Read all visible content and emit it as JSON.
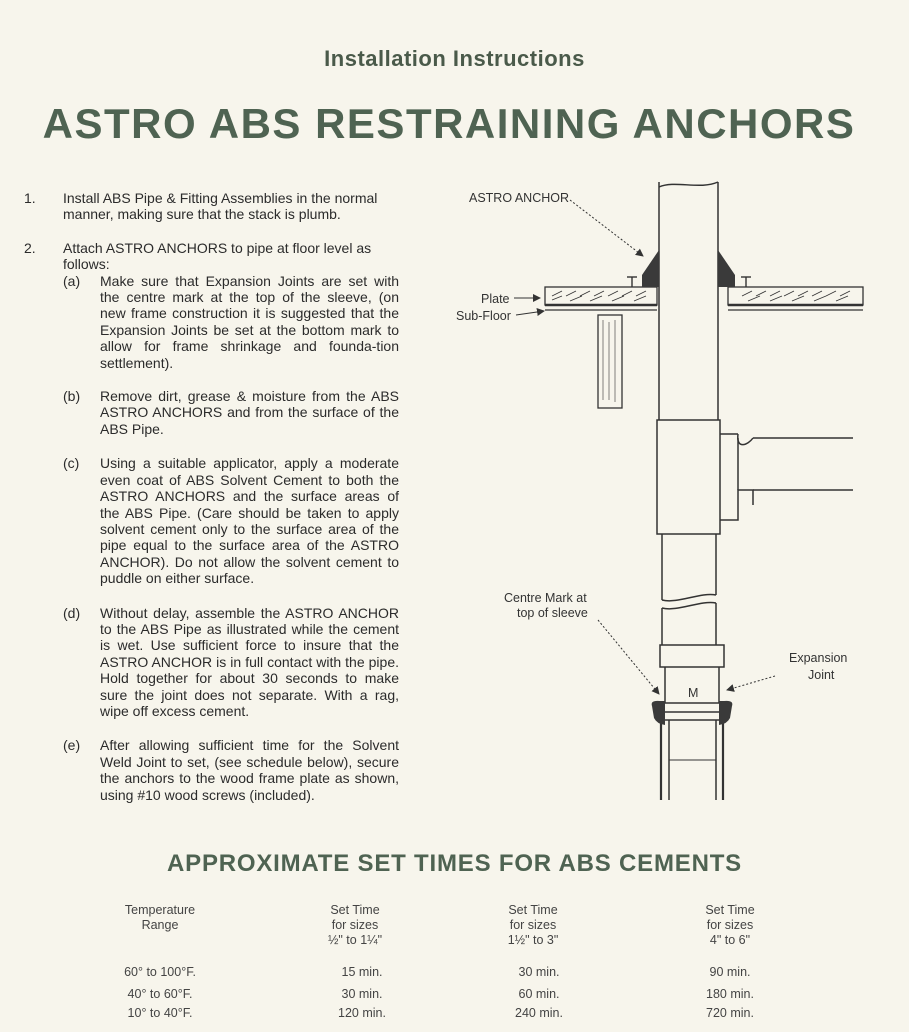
{
  "header": {
    "subtitle": "Installation Instructions",
    "title": "ASTRO ABS RESTRAINING ANCHORS"
  },
  "steps": [
    {
      "num": "1.",
      "text": "Install ABS Pipe & Fitting Assemblies in the normal manner, making sure that the stack is plumb."
    },
    {
      "num": "2.",
      "text": "Attach ASTRO ANCHORS to pipe at floor level as follows:"
    }
  ],
  "substeps": [
    {
      "letter": "(a)",
      "text": "Make sure that Expansion Joints are set with the centre mark at the top of the sleeve, (on new frame construction it is suggested that the Expansion Joints be set at the bottom mark to allow for frame shrinkage and founda-tion settlement)."
    },
    {
      "letter": "(b)",
      "text": "Remove dirt, grease & moisture from the ABS ASTRO ANCHORS and from the surface of the ABS Pipe."
    },
    {
      "letter": "(c)",
      "text": "Using a suitable applicator, apply a moderate even coat of ABS Solvent Cement to both the ASTRO ANCHORS and the surface areas of the ABS Pipe. (Care should be taken to apply solvent cement only to the surface area of the pipe equal to the surface area of the ASTRO ANCHOR). Do not allow the solvent cement to puddle on either surface."
    },
    {
      "letter": "(d)",
      "text": "Without delay, assemble the ASTRO ANCHOR to the ABS Pipe as illustrated while the cement is wet. Use sufficient force to insure that the ASTRO ANCHOR is in full contact with the pipe. Hold together for about 30 seconds to make sure the joint does not separate. With a rag, wipe off excess cement."
    },
    {
      "letter": "(e)",
      "text": "After allowing sufficient time for the Solvent Weld Joint to set, (see schedule below), secure the anchors to the wood frame plate as shown, using #10 wood screws (included)."
    }
  ],
  "diagram": {
    "astro_anchor": "ASTRO ANCHOR",
    "plate": "Plate",
    "sub_floor": "Sub-Floor",
    "centre_mark_1": "Centre Mark at",
    "centre_mark_2": "top of sleeve",
    "expansion_1": "Expansion",
    "expansion_2": "Joint",
    "centre_mark_symbol": "M"
  },
  "table": {
    "title": "APPROXIMATE SET TIMES FOR ABS CEMENTS",
    "headers": [
      {
        "l1": "Temperature",
        "l2": "Range",
        "l3": ""
      },
      {
        "l1": "Set Time",
        "l2": "for sizes",
        "l3": "½\" to 1¼\""
      },
      {
        "l1": "Set Time",
        "l2": "for sizes",
        "l3": "1½\" to 3\""
      },
      {
        "l1": "Set Time",
        "l2": "for sizes",
        "l3": "4\" to 6\""
      }
    ],
    "rows": [
      [
        "60° to 100°F.",
        "15 min.",
        "30 min.",
        "90 min."
      ],
      [
        "40° to 60°F.",
        "30 min.",
        "60 min.",
        "180 min."
      ],
      [
        "10° to 40°F.",
        "120 min.",
        "240 min.",
        "720 min."
      ]
    ]
  },
  "colors": {
    "title_green": "#4f6352",
    "anchor_fill": "#3a3a3a",
    "paper": "#f7f5ec"
  }
}
